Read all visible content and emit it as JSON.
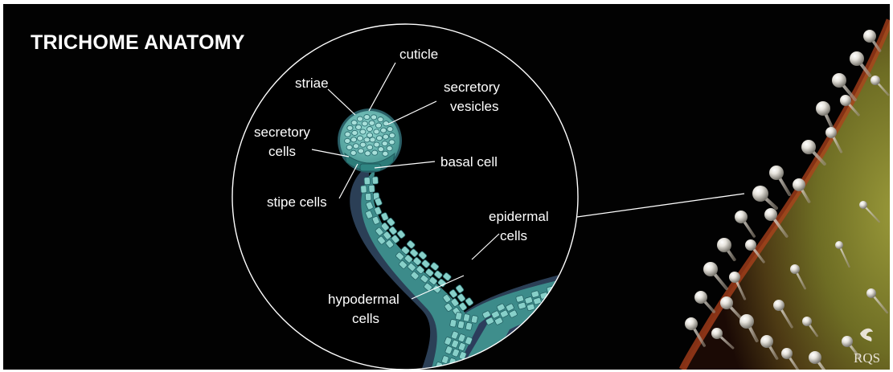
{
  "title": "TRICHOME ANATOMY",
  "labels": {
    "cuticle": "cuticle",
    "striae": "striae",
    "secretory_vesicles_1": "secretory",
    "secretory_vesicles_2": "vesicles",
    "secretory_cells_1": "secretory",
    "secretory_cells_2": "cells",
    "basal_cell": "basal cell",
    "stipe_cells": "stipe cells",
    "epidermal_cells_1": "epidermal",
    "epidermal_cells_2": "cells",
    "hypodermal_cells_1": "hypodermal",
    "hypodermal_cells_2": "cells"
  },
  "logo": {
    "text": "RQS",
    "icon": "lion-crest-icon"
  },
  "colors": {
    "background": "#020202",
    "cell_fill": "#7ec9c2",
    "cell_outline": "#1f5a5d",
    "stalk_shadow": "#2c3d5c",
    "plant_green": "#7c7a2a",
    "plant_red": "#a23a1a",
    "label_text": "#ffffff"
  }
}
